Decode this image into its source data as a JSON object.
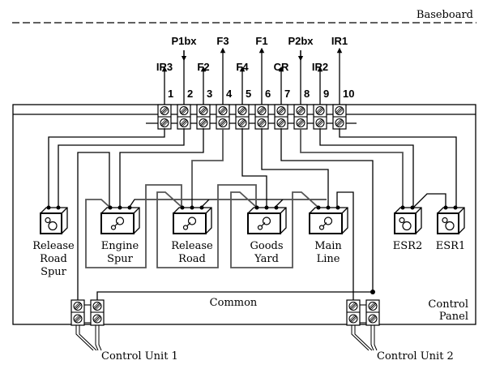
{
  "baseboard_label": "Baseboard",
  "panel_label_1": "Control",
  "panel_label_2": "Panel",
  "common_label": "Common",
  "control_units": [
    {
      "label": "Control Unit 1"
    },
    {
      "label": "Control Unit 2"
    }
  ],
  "terminals": [
    {
      "number": "1",
      "signal": "IR3",
      "direction": "up"
    },
    {
      "number": "2",
      "signal": "P1bx",
      "direction": "down"
    },
    {
      "number": "3",
      "signal": "F2",
      "direction": "up"
    },
    {
      "number": "4",
      "signal": "F3",
      "direction": "up"
    },
    {
      "number": "5",
      "signal": "F4",
      "direction": "up"
    },
    {
      "number": "6",
      "signal": "F1",
      "direction": "up"
    },
    {
      "number": "7",
      "signal": "CR",
      "direction": "up"
    },
    {
      "number": "8",
      "signal": "P2bx",
      "direction": "down"
    },
    {
      "number": "9",
      "signal": "IR2",
      "direction": "up"
    },
    {
      "number": "10",
      "signal": "IR1",
      "direction": "up"
    }
  ],
  "switches": [
    {
      "line1": "Release",
      "line2": "Road",
      "line3": "Spur",
      "type": "push-button"
    },
    {
      "line1": "Engine",
      "line2": "Spur",
      "line3": "",
      "type": "toggle"
    },
    {
      "line1": "Release",
      "line2": "Road",
      "line3": "",
      "type": "toggle"
    },
    {
      "line1": "Goods",
      "line2": "Yard",
      "line3": "",
      "type": "toggle"
    },
    {
      "line1": "Main",
      "line2": "Line",
      "line3": "",
      "type": "toggle"
    },
    {
      "line1": "ESR2",
      "line2": "",
      "line3": "",
      "type": "push-button"
    },
    {
      "line1": "ESR1",
      "line2": "",
      "line3": "",
      "type": "push-button"
    }
  ]
}
